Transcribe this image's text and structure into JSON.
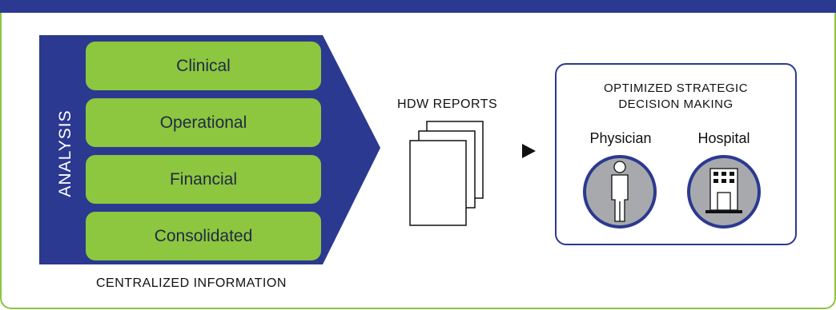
{
  "analysis": {
    "label": "ANALYSIS",
    "categories": [
      "Clinical",
      "Operational",
      "Financial",
      "Consolidated"
    ],
    "caption": "CENTRALIZED INFORMATION"
  },
  "reports": {
    "title": "HDW REPORTS"
  },
  "outcome": {
    "title_line1": "OPTIMIZED STRATEGIC",
    "title_line2": "DECISION MAKING",
    "roles": [
      {
        "label": "Physician",
        "icon": "physician-icon"
      },
      {
        "label": "Hospital",
        "icon": "hospital-icon"
      }
    ]
  },
  "colors": {
    "navy": "#2b3990",
    "green": "#8dc63f",
    "icon_gray": "#a7a9ac"
  }
}
